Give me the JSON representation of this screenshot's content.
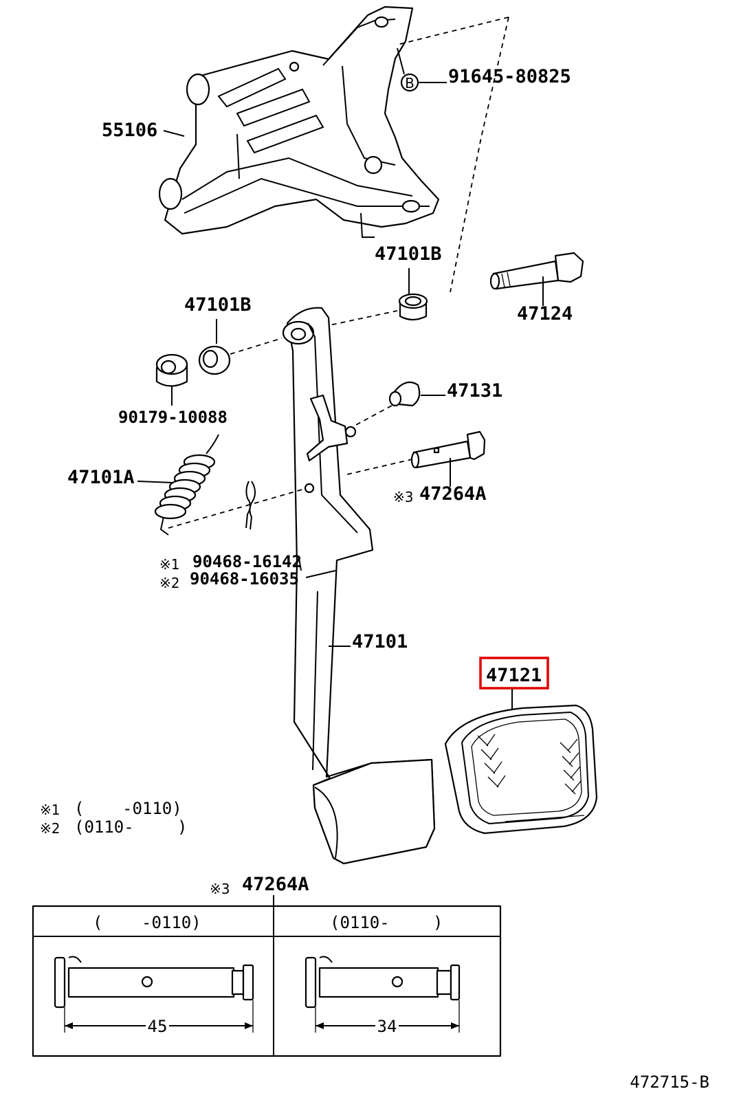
{
  "labels": {
    "p55106": "55106",
    "p91645": "91645-80825",
    "bolt_marker": "B",
    "p47101B_top": "47101B",
    "p47124": "47124",
    "p47101B_left": "47101B",
    "p90179": "90179-10088",
    "p47131": "47131",
    "p47101A": "47101A",
    "p47264A": "47264A",
    "p90468_1": "90468-16142",
    "p90468_2": "90468-16035",
    "p47101": "47101",
    "p47121": "47121"
  },
  "marks": {
    "m1": "※1",
    "m2": "※2",
    "m3": "※3"
  },
  "legend": {
    "row1_open": "(",
    "row1_range": "-0110)",
    "row2": "(0110-",
    "row2_close": ")"
  },
  "detail_table": {
    "title": "47264A",
    "col1_header_open": "(",
    "col1_header_range": "-0110)",
    "col2_header_range": "(0110-",
    "col2_header_close": ")",
    "col1_dim": "45",
    "col2_dim": "34"
  },
  "diagram_id": "472715-B",
  "highlight_color": "#e00000"
}
